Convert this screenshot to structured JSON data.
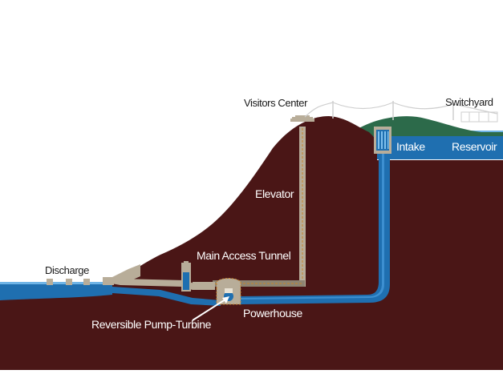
{
  "labels": {
    "visitors_center": "Visitors Center",
    "switchyard": "Switchyard",
    "intake": "Intake",
    "reservoir": "Reservoir",
    "elevator": "Elevator",
    "main_access_tunnel": "Main Access Tunnel",
    "discharge": "Discharge",
    "powerhouse": "Powerhouse",
    "reversible_pump_turbine": "Reversible Pump-Turbine"
  },
  "colors": {
    "rock": "#4a1616",
    "water": "#1f6fb0",
    "water_light": "#3d8fd0",
    "tunnel": "#b8ad99",
    "tunnel_dark": "#8d8472",
    "hill_green": "#2c6a4a",
    "power_line": "#cfcfcf",
    "outline_orange": "#c8832a"
  }
}
